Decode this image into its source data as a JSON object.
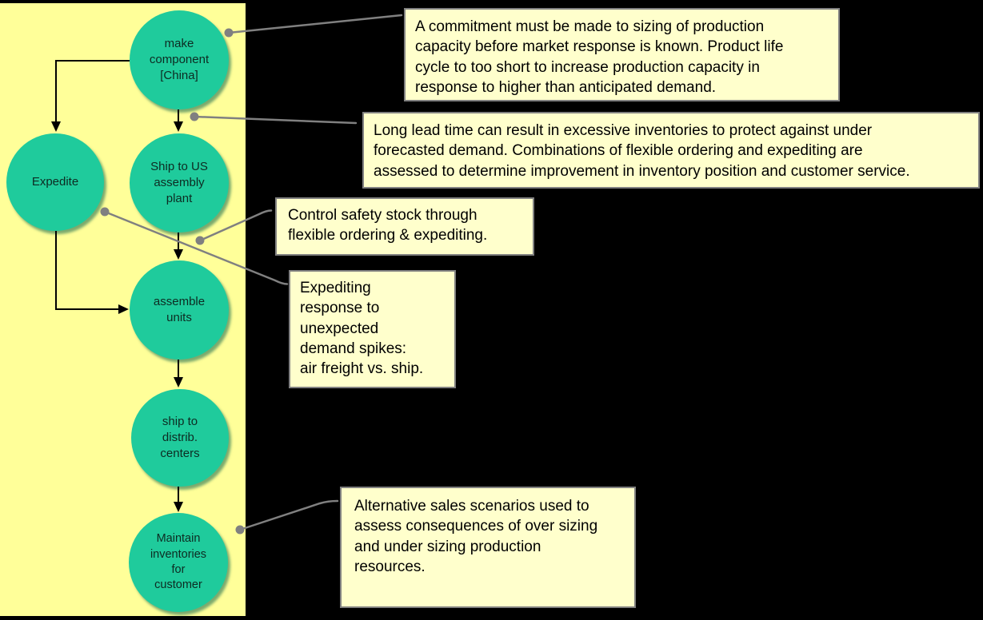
{
  "colors": {
    "background": "#000000",
    "panel_fill": "#FFFF99",
    "node_fill": "#1FCB9C",
    "node_shadow": "#0F644B",
    "callout_fill": "#FFFFCC",
    "callout_border": "#808080",
    "connector": "#808080",
    "arrow": "#000000",
    "node_text": "#0D2B22",
    "callout_text": "#000000"
  },
  "diagram": {
    "nodes": [
      {
        "id": "make-component",
        "label": [
          "make",
          "component",
          "[China]"
        ]
      },
      {
        "id": "expedite",
        "label": [
          "Expedite"
        ]
      },
      {
        "id": "ship-to-us-plant",
        "label": [
          "Ship to US",
          "assembly",
          "plant"
        ]
      },
      {
        "id": "assemble-units",
        "label": [
          "assemble",
          "units"
        ]
      },
      {
        "id": "ship-to-distrib",
        "label": [
          "ship to",
          "distrib.",
          "centers"
        ]
      },
      {
        "id": "maintain-inventories",
        "label": [
          "Maintain",
          "inventories",
          "for",
          "customer"
        ]
      }
    ],
    "callouts": [
      {
        "id": "capacity-commitment",
        "lines": [
          "A commitment must be made to sizing of production",
          "capacity before market response is known. Product life",
          "cycle to too short to increase production capacity in",
          "response to higher than anticipated demand."
        ]
      },
      {
        "id": "long-lead-time",
        "lines": [
          "Long lead time can result in excessive inventories to protect against under",
          "forecasted demand. Combinations of flexible ordering and expediting are",
          "assessed to determine improvement in inventory position and customer service."
        ]
      },
      {
        "id": "safety-stock",
        "lines": [
          "Control safety stock through",
          "flexible ordering & expediting."
        ]
      },
      {
        "id": "expediting-response",
        "lines": [
          "Expediting",
          "response to",
          "unexpected",
          "demand spikes:",
          "air freight vs. ship."
        ]
      },
      {
        "id": "sales-scenarios",
        "lines": [
          "Alternative sales scenarios used to",
          "assess consequences of over sizing",
          "and under sizing production",
          "resources."
        ]
      }
    ]
  }
}
